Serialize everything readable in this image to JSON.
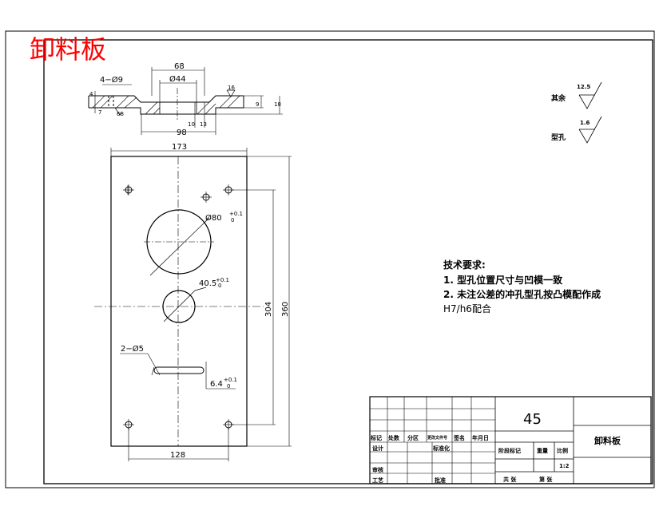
{
  "title_red": "卸料板",
  "section_dims": {
    "d68": "68",
    "d4x9": "4−Ø9",
    "d44": "Ø44",
    "d4": "4",
    "d7": "7",
    "d68b": "68",
    "d16": "16",
    "d9": "9",
    "d18": "18",
    "d10": "10",
    "d13": "13",
    "d98": "98"
  },
  "plan_dims": {
    "width": "173",
    "hole80": "Ø80",
    "hole80_tol": "+0.1",
    "hole80_tol0": "0",
    "hole40": "40.5",
    "hole40_tol": "+0.1",
    "hole40_tol0": "0",
    "slot": "2−Ø5",
    "slot_w": "6.4",
    "slot_tol": "+0.1",
    "slot_tol0": "0",
    "h304": "304",
    "h360": "360",
    "w128": "128"
  },
  "roughness": {
    "rest_label": "其余",
    "rest_value": "12.5",
    "hole_label": "型孔",
    "hole_value": "1.6"
  },
  "tech_notes": {
    "heading": "技术要求:",
    "line1": "1. 型孔位置尺寸与凹模一致",
    "line2": "2. 未注公差的冲孔型孔按凸模配作成",
    "line3": "H7/h6配合"
  },
  "title_block": {
    "material": "45",
    "part_name": "卸料板",
    "mark": "标记",
    "qty": "处数",
    "zone": "分区",
    "change_doc": "更改文件号",
    "sign": "签名",
    "date": "年月日",
    "design": "设计",
    "standard": "标准化",
    "stage_mark": "阶段标记",
    "weight": "重量",
    "scale_label": "比例",
    "scale": "1:2",
    "review": "审核",
    "process": "工艺",
    "approve": "批准",
    "total": "共  张",
    "sheet": "第  张"
  }
}
